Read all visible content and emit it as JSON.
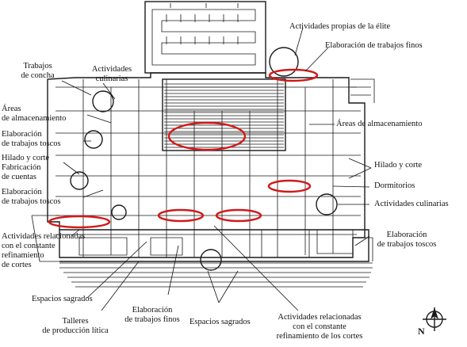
{
  "labels": {
    "elite": "Actividades propias de la élite",
    "finos_top": "Elaboración de trabajos finos",
    "concha": "Trabajos\nde concha",
    "culinarias_top": "Actividades\nculinarias",
    "almac_left": "Áreas\nde almacenamiento",
    "almac_right": "Áreas de almacenamiento",
    "toscos_1": "Elaboración\nde trabajos toscos",
    "hilado_left": "Hilado y corte\nFabricación\nde cuentas",
    "toscos_2": "Elaboración\nde trabajos toscos",
    "hilado_right": "Hilado y corte",
    "dormitorios": "Dormitorios",
    "culinarias_right": "Actividades culinarias",
    "rel_left": "Actividades relacionadas\ncon el constante\nrefinamiento\nde cortes",
    "toscos_right": "Elaboración\nde trabajos toscos",
    "sagrados_1": "Espacios sagrados",
    "talleres": "Talleres\nde producción lítica",
    "finos_bottom": "Elaboración\nde trabajos finos",
    "sagrados_2": "Espacios sagrados",
    "rel_bottom": "Actividades relacionadas\ncon el constante\nrefinamiento de los cortes",
    "north": "N"
  },
  "colors": {
    "highlight": "#d11a1a",
    "ink": "#1a1a1a"
  },
  "icons": {
    "compass": "north-arrow-icon"
  }
}
